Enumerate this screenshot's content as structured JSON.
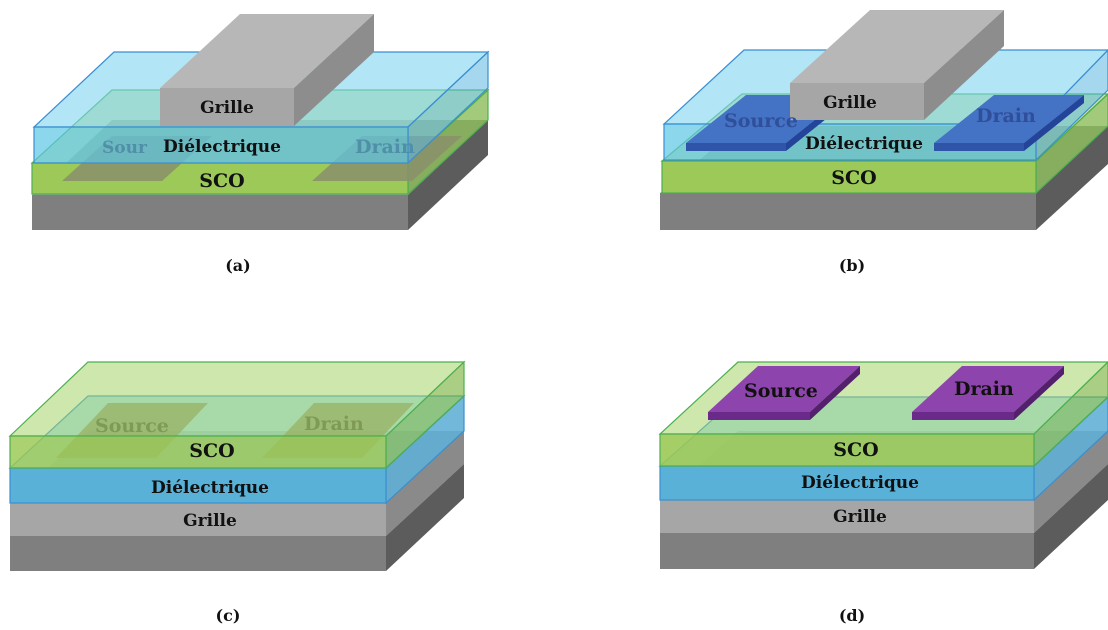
{
  "labels": {
    "grille": "Grille",
    "dielectrique": "Diélectrique",
    "sco": "SCO",
    "source": "Source",
    "drain": "Drain",
    "source_partial": "Sour"
  },
  "captions": {
    "a": "(a)",
    "b": "(b)",
    "c": "(c)",
    "d": "(d)"
  },
  "colors": {
    "substrate_gray": "#7f7f7f",
    "gate_gray": "#a6a6a6",
    "dielectric_blue": "#7fd3f0",
    "sco_green": "#a5d36a",
    "electrode_dark_blue": "#4472c4",
    "electrode_purple": "#7030a0",
    "electrode_buried": "#8a8f6a"
  }
}
